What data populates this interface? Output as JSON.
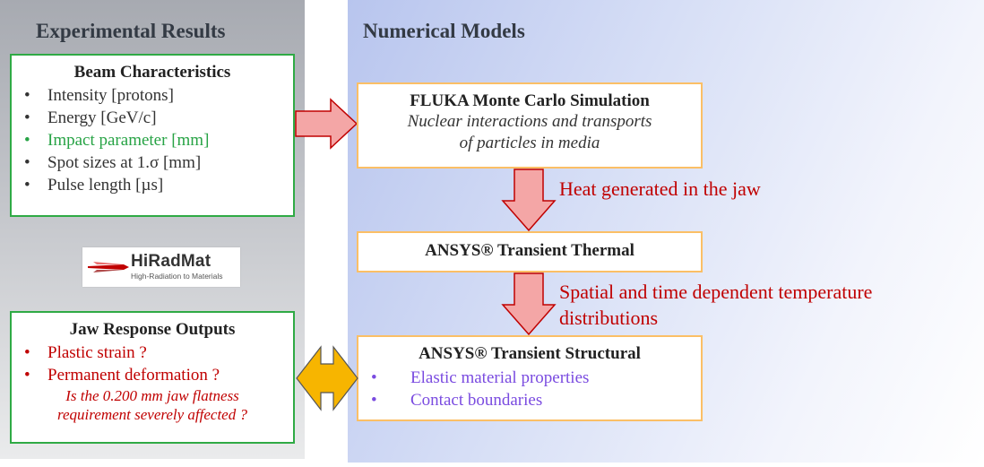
{
  "left_panel": {
    "title": "Experimental Results",
    "beam_box": {
      "title": "Beam Characteristics",
      "items": [
        {
          "text": "Intensity [protons]",
          "color": "#333333"
        },
        {
          "text": "Energy [GeV/c]",
          "color": "#333333"
        },
        {
          "text": "Impact parameter [mm]",
          "color": "#27a345"
        },
        {
          "text": "Spot sizes at 1.σ [mm]",
          "color": "#333333"
        },
        {
          "text": "Pulse length [µs]",
          "color": "#333333"
        }
      ]
    },
    "logo": {
      "name": "HiRadMat",
      "tagline": "High-Radiation to Materials",
      "icon": "hiradmat-logo"
    },
    "jaw_box": {
      "title": "Jaw Response Outputs",
      "items": [
        {
          "text": "Plastic strain ?",
          "color": "#c00000"
        },
        {
          "text": "Permanent deformation ?",
          "color": "#c00000"
        }
      ],
      "question_lines": [
        "Is the 0.200 mm jaw flatness",
        "requirement severely affected ?"
      ]
    }
  },
  "right_panel": {
    "title": "Numerical Models",
    "fluka_box": {
      "title": "FLUKA Monte Carlo Simulation",
      "lines": [
        "Nuclear interactions and transports",
        "of particles in media"
      ]
    },
    "arrow1_label": "Heat generated in the jaw",
    "thermal_box": {
      "title": "ANSYS® Transient Thermal"
    },
    "arrow2_label_lines": [
      "Spatial and time dependent temperature",
      "distributions"
    ],
    "structural_box": {
      "title": "ANSYS® Transient Structural",
      "items": [
        "Elastic material properties",
        "Contact boundaries"
      ]
    }
  },
  "colors": {
    "arrow_fill": "#f4a6a6",
    "arrow_stroke": "#c00000",
    "double_arrow_fill": "#f7b500",
    "green_border": "#2faa45",
    "orange_border": "#fbbf66",
    "annotation": "#c00000",
    "structural_items": "#7a4be0"
  }
}
